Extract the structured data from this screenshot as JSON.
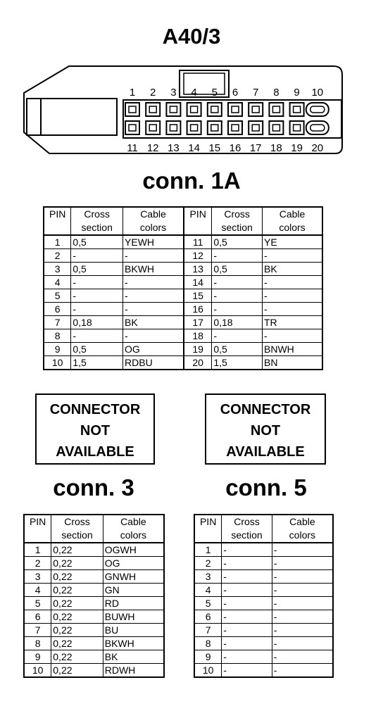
{
  "main_title": "A40/3",
  "connector": {
    "top_pins": [
      "1",
      "2",
      "3",
      "4",
      "5",
      "6",
      "7",
      "8",
      "9",
      "10"
    ],
    "bottom_pins": [
      "11",
      "12",
      "13",
      "14",
      "15",
      "16",
      "17",
      "18",
      "19",
      "20"
    ]
  },
  "conn1a": {
    "title": "conn. 1A",
    "headers": {
      "pin": "PIN",
      "cross_1": "Cross",
      "cross_2": "section",
      "cable_1": "Cable",
      "cable_2": "colors"
    },
    "rows": [
      {
        "pin": "1",
        "cross": "0,5",
        "color": "YEWH",
        "pin2": "11",
        "cross2": "0,5",
        "color2": "YE"
      },
      {
        "pin": "2",
        "cross": "-",
        "color": "-",
        "pin2": "12",
        "cross2": "-",
        "color2": "-"
      },
      {
        "pin": "3",
        "cross": "0,5",
        "color": "BKWH",
        "pin2": "13",
        "cross2": "0,5",
        "color2": "BK"
      },
      {
        "pin": "4",
        "cross": "-",
        "color": "-",
        "pin2": "14",
        "cross2": "-",
        "color2": "-"
      },
      {
        "pin": "5",
        "cross": "-",
        "color": "-",
        "pin2": "15",
        "cross2": "-",
        "color2": "-"
      },
      {
        "pin": "6",
        "cross": "-",
        "color": "-",
        "pin2": "16",
        "cross2": "-",
        "color2": "-"
      },
      {
        "pin": "7",
        "cross": "0,18",
        "color": "BK",
        "pin2": "17",
        "cross2": "0,18",
        "color2": "TR"
      },
      {
        "pin": "8",
        "cross": "-",
        "color": "-",
        "pin2": "18",
        "cross2": "-",
        "color2": "-"
      },
      {
        "pin": "9",
        "cross": "0,5",
        "color": "OG",
        "pin2": "19",
        "cross2": "0,5",
        "color2": "BNWH"
      },
      {
        "pin": "10",
        "cross": "1,5",
        "color": "RDBU",
        "pin2": "20",
        "cross2": "1,5",
        "color2": "BN"
      }
    ]
  },
  "not_available": {
    "line1": "CONNECTOR",
    "line2": "NOT",
    "line3": "AVAILABLE"
  },
  "conn3": {
    "title": "conn. 3",
    "rows": [
      {
        "pin": "1",
        "cross": "0,22",
        "color": "OGWH"
      },
      {
        "pin": "2",
        "cross": "0,22",
        "color": "OG"
      },
      {
        "pin": "3",
        "cross": "0,22",
        "color": "GNWH"
      },
      {
        "pin": "4",
        "cross": "0,22",
        "color": "GN"
      },
      {
        "pin": "5",
        "cross": "0,22",
        "color": "RD"
      },
      {
        "pin": "6",
        "cross": "0,22",
        "color": "BUWH"
      },
      {
        "pin": "7",
        "cross": "0,22",
        "color": "BU"
      },
      {
        "pin": "8",
        "cross": "0,22",
        "color": "BKWH"
      },
      {
        "pin": "9",
        "cross": "0,22",
        "color": "BK"
      },
      {
        "pin": "10",
        "cross": "0,22",
        "color": "RDWH"
      }
    ]
  },
  "conn5": {
    "title": "conn. 5",
    "rows": [
      {
        "pin": "1",
        "cross": "-",
        "color": "-"
      },
      {
        "pin": "2",
        "cross": "-",
        "color": "-"
      },
      {
        "pin": "3",
        "cross": "-",
        "color": "-"
      },
      {
        "pin": "4",
        "cross": "-",
        "color": "-"
      },
      {
        "pin": "5",
        "cross": "-",
        "color": "-"
      },
      {
        "pin": "6",
        "cross": "-",
        "color": "-"
      },
      {
        "pin": "7",
        "cross": "-",
        "color": "-"
      },
      {
        "pin": "8",
        "cross": "-",
        "color": "-"
      },
      {
        "pin": "9",
        "cross": "-",
        "color": "-"
      },
      {
        "pin": "10",
        "cross": "-",
        "color": "-"
      }
    ]
  }
}
